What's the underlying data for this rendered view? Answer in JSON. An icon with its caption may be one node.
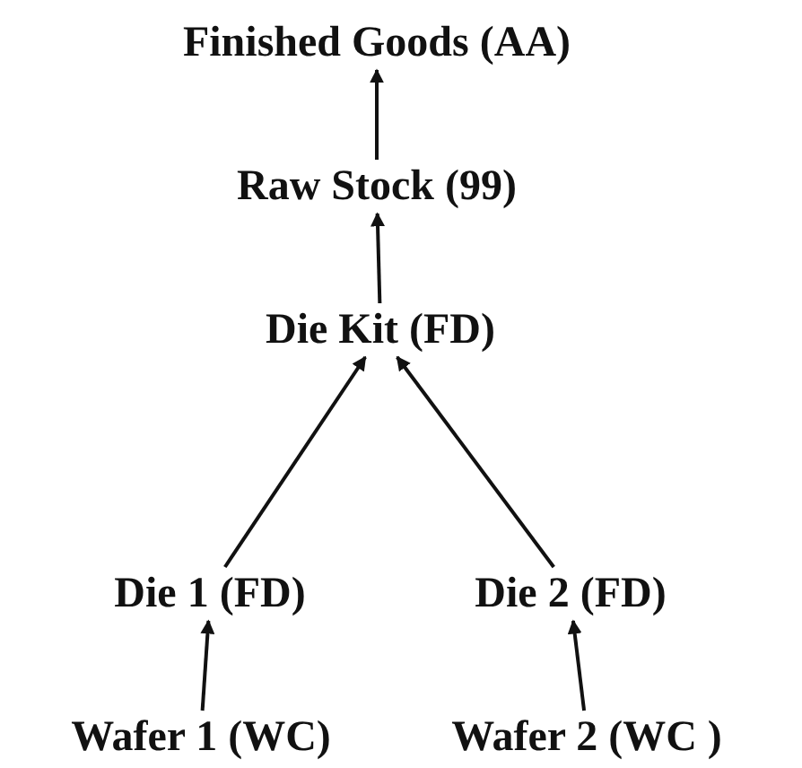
{
  "diagram": {
    "nodes": [
      {
        "text": [
          "Finished Goods (AA)"
        ]
      },
      {
        "text": [
          "Raw Stock (99)"
        ]
      },
      {
        "text": [
          "Die Kit (FD)"
        ]
      },
      {
        "text": [
          "Die 1 (FD)"
        ]
      },
      {
        "text": [
          "Die 2 (FD)"
        ]
      },
      {
        "text": [
          "Wafer 1 (WC)"
        ]
      },
      {
        "text": [
          "Wafer 2 (WC )"
        ]
      }
    ],
    "edges": [
      {
        "from": 1,
        "to": 0,
        "arrow": "to"
      },
      {
        "from": 2,
        "to": 1,
        "arrow": "to"
      },
      {
        "from": 3,
        "to": 2,
        "arrow": "to"
      },
      {
        "from": 4,
        "to": 2,
        "arrow": "to"
      },
      {
        "from": 5,
        "to": 3,
        "arrow": "to"
      },
      {
        "from": 6,
        "to": 4,
        "arrow": "to"
      }
    ]
  }
}
